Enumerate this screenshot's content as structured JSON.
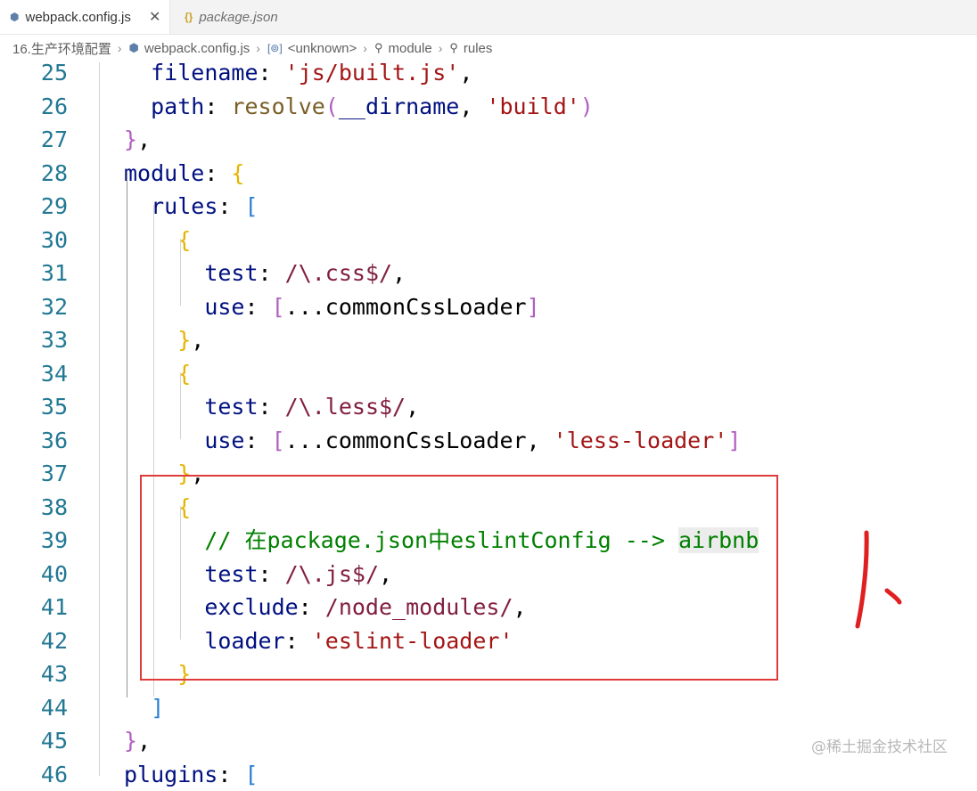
{
  "tabs": [
    {
      "label": "webpack.config.js",
      "icon": "settings-file-icon",
      "glyph": "⬢",
      "close": "✕"
    },
    {
      "label": "package.json",
      "icon": "json-braces-icon",
      "glyph": "{}"
    }
  ],
  "breadcrumb": [
    {
      "label": "16.生产环境配置",
      "icon": ""
    },
    {
      "label": "webpack.config.js",
      "icon": "⬢"
    },
    {
      "label": "<unknown>",
      "icon": "[⊚]"
    },
    {
      "label": "module",
      "icon": "⚲"
    },
    {
      "label": "rules",
      "icon": "⚲"
    }
  ],
  "breadcrumb_sep": "›",
  "lines": [
    {
      "n": "25",
      "t": "  filename: 'js/built.js',"
    },
    {
      "n": "26",
      "t": "  path: resolve(__dirname, 'build')"
    },
    {
      "n": "27",
      "t": "},"
    },
    {
      "n": "28",
      "t": "module: {"
    },
    {
      "n": "29",
      "t": "  rules: ["
    },
    {
      "n": "30",
      "t": "    {"
    },
    {
      "n": "31",
      "t": "      test: /\\.css$/,"
    },
    {
      "n": "32",
      "t": "      use: [...commonCssLoader]"
    },
    {
      "n": "33",
      "t": "    },"
    },
    {
      "n": "34",
      "t": "    {"
    },
    {
      "n": "35",
      "t": "      test: /\\.less$/,"
    },
    {
      "n": "36",
      "t": "      use: [...commonCssLoader, 'less-loader']"
    },
    {
      "n": "37",
      "t": "    },"
    },
    {
      "n": "38",
      "t": "    {"
    },
    {
      "n": "39",
      "t": "      // 在package.json中eslintConfig --> airbnb"
    },
    {
      "n": "40",
      "t": "      test: /\\.js$/,"
    },
    {
      "n": "41",
      "t": "      exclude: /node_modules/,"
    },
    {
      "n": "42",
      "t": "      loader: 'eslint-loader'"
    },
    {
      "n": "43",
      "t": "    }"
    },
    {
      "n": "44",
      "t": "  ]"
    },
    {
      "n": "45",
      "t": "},"
    },
    {
      "n": "46",
      "t": "plugins: ["
    }
  ],
  "annotation": {
    "handwritten": "1、",
    "color": "#e02020"
  },
  "watermark": "@稀土掘金技术社区",
  "colors": {
    "line_number": "#237893",
    "string": "#a31515",
    "regex": "#811f3f",
    "comment": "#008000",
    "highlight_box": "#e03b3b"
  }
}
